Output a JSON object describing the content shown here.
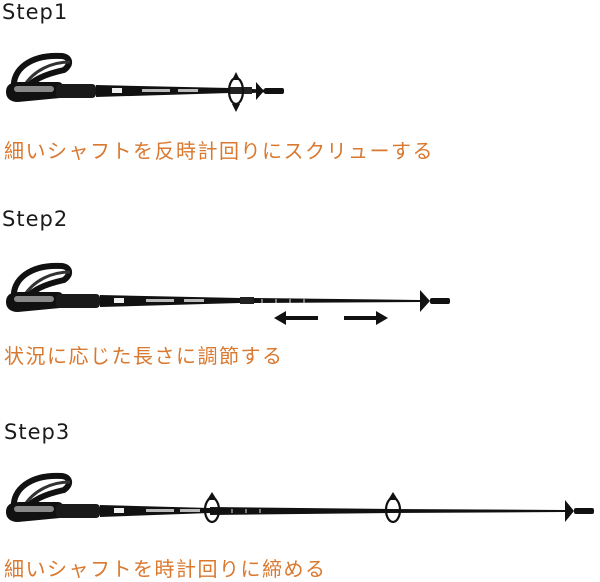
{
  "steps": [
    {
      "title": "Step1",
      "caption": "細いシャフトを反時計回りにスクリューする"
    },
    {
      "title": "Step2",
      "caption": "状況に応じた長さに調節する"
    },
    {
      "title": "Step3",
      "caption": "細いシャフトを時計回りに締める"
    }
  ],
  "colors": {
    "caption": "#d9782e",
    "pole": "#111111"
  }
}
